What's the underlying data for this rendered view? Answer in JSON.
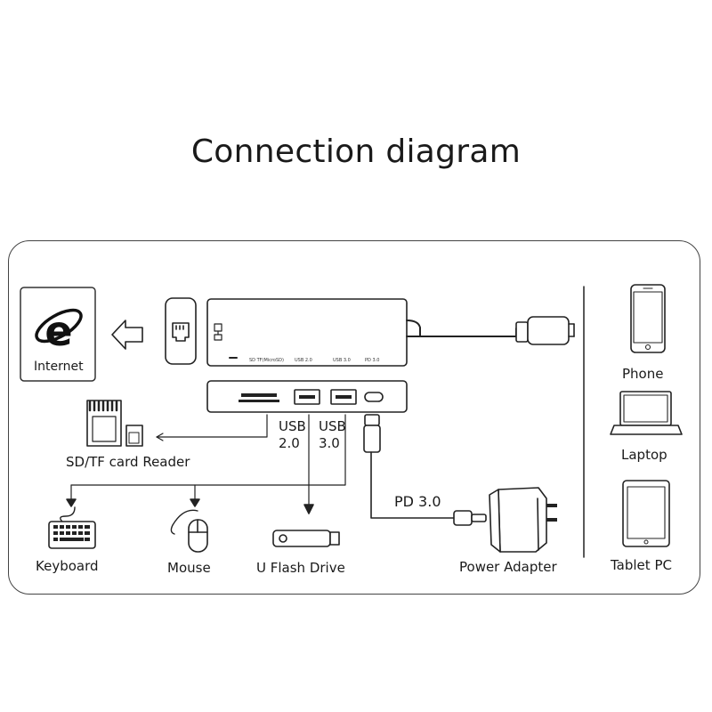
{
  "title": "Connection diagram",
  "hub_ports": {
    "sd_tf": "SD TF(MicroSD)",
    "usb20": "USB 2.0",
    "usb30": "USB 3.0",
    "pd": "PD 3.0"
  },
  "labels": {
    "internet": "Internet",
    "card_reader": "SD/TF card Reader",
    "usb2_line1": "USB",
    "usb2_line2": "2.0",
    "usb3_line1": "USB",
    "usb3_line2": "3.0",
    "pd": "PD 3.0",
    "keyboard": "Keyboard",
    "mouse": "Mouse",
    "flash": "U Flash Drive",
    "adapter": "Power Adapter",
    "phone": "Phone",
    "laptop": "Laptop",
    "tablet": "Tablet PC"
  },
  "icons": [
    "internet-explorer-icon",
    "ethernet-icon",
    "sd-card-icon",
    "keyboard-icon",
    "mouse-icon",
    "usb-flash-icon",
    "power-adapter-icon",
    "phone-icon",
    "laptop-icon",
    "tablet-icon"
  ]
}
